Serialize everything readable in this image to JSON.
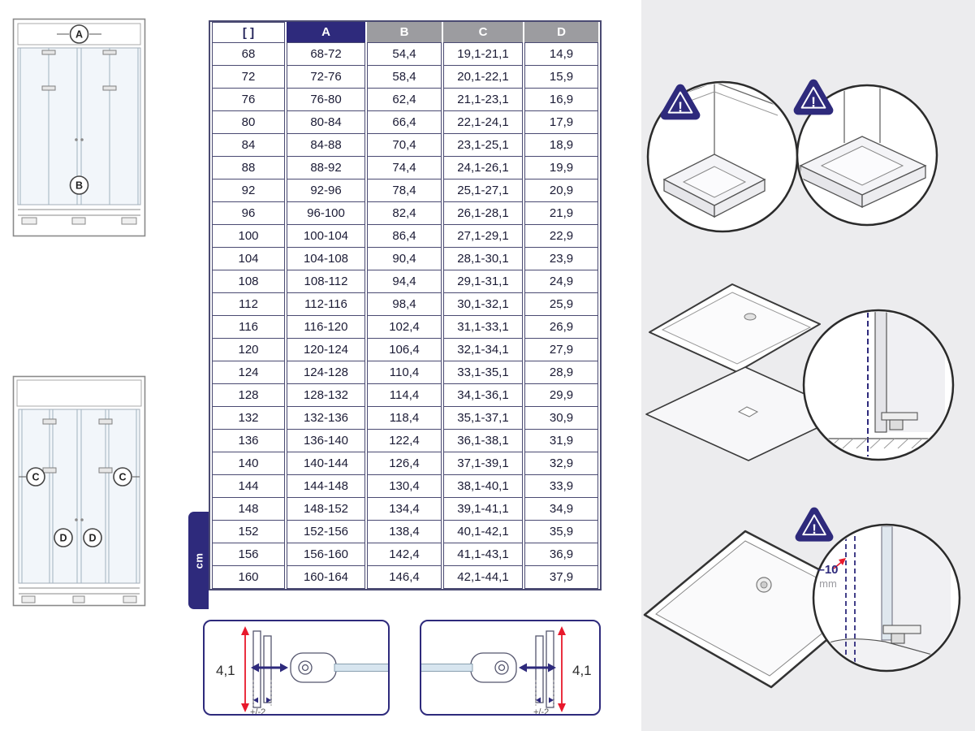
{
  "colors": {
    "navy": "#2e2a7c",
    "header_gray": "#9c9ca0",
    "red": "#e8192c",
    "panel_gray": "#ececee",
    "grid_line": "#4a4a72"
  },
  "size_table": {
    "headers": [
      "[ ]",
      "A",
      "B",
      "C",
      "D"
    ],
    "unit_label": "cm",
    "rows": [
      [
        "68",
        "68-72",
        "54,4",
        "19,1-21,1",
        "14,9"
      ],
      [
        "72",
        "72-76",
        "58,4",
        "20,1-22,1",
        "15,9"
      ],
      [
        "76",
        "76-80",
        "62,4",
        "21,1-23,1",
        "16,9"
      ],
      [
        "80",
        "80-84",
        "66,4",
        "22,1-24,1",
        "17,9"
      ],
      [
        "84",
        "84-88",
        "70,4",
        "23,1-25,1",
        "18,9"
      ],
      [
        "88",
        "88-92",
        "74,4",
        "24,1-26,1",
        "19,9"
      ],
      [
        "92",
        "92-96",
        "78,4",
        "25,1-27,1",
        "20,9"
      ],
      [
        "96",
        "96-100",
        "82,4",
        "26,1-28,1",
        "21,9"
      ],
      [
        "100",
        "100-104",
        "86,4",
        "27,1-29,1",
        "22,9"
      ],
      [
        "104",
        "104-108",
        "90,4",
        "28,1-30,1",
        "23,9"
      ],
      [
        "108",
        "108-112",
        "94,4",
        "29,1-31,1",
        "24,9"
      ],
      [
        "112",
        "112-116",
        "98,4",
        "30,1-32,1",
        "25,9"
      ],
      [
        "116",
        "116-120",
        "102,4",
        "31,1-33,1",
        "26,9"
      ],
      [
        "120",
        "120-124",
        "106,4",
        "32,1-34,1",
        "27,9"
      ],
      [
        "124",
        "124-128",
        "110,4",
        "33,1-35,1",
        "28,9"
      ],
      [
        "128",
        "128-132",
        "114,4",
        "34,1-36,1",
        "29,9"
      ],
      [
        "132",
        "132-136",
        "118,4",
        "35,1-37,1",
        "30,9"
      ],
      [
        "136",
        "136-140",
        "122,4",
        "36,1-38,1",
        "31,9"
      ],
      [
        "140",
        "140-144",
        "126,4",
        "37,1-39,1",
        "32,9"
      ],
      [
        "144",
        "144-148",
        "130,4",
        "38,1-40,1",
        "33,9"
      ],
      [
        "148",
        "148-152",
        "134,4",
        "39,1-41,1",
        "34,9"
      ],
      [
        "152",
        "152-156",
        "138,4",
        "40,1-42,1",
        "35,9"
      ],
      [
        "156",
        "156-160",
        "142,4",
        "41,1-43,1",
        "36,9"
      ],
      [
        "160",
        "160-164",
        "146,4",
        "42,1-44,1",
        "37,9"
      ]
    ]
  },
  "door_front_diagram": {
    "label_a": "A",
    "label_b": "B"
  },
  "door_inner_diagram": {
    "label_c": "C",
    "label_d": "D"
  },
  "profile_detail_left": {
    "height": "4,1",
    "tolerance": "+/-2"
  },
  "profile_detail_right": {
    "height": "4,1",
    "tolerance": "+/-2"
  },
  "warning": {
    "mark": "!"
  },
  "offset_callout": {
    "value": "–10",
    "unit": "mm"
  }
}
